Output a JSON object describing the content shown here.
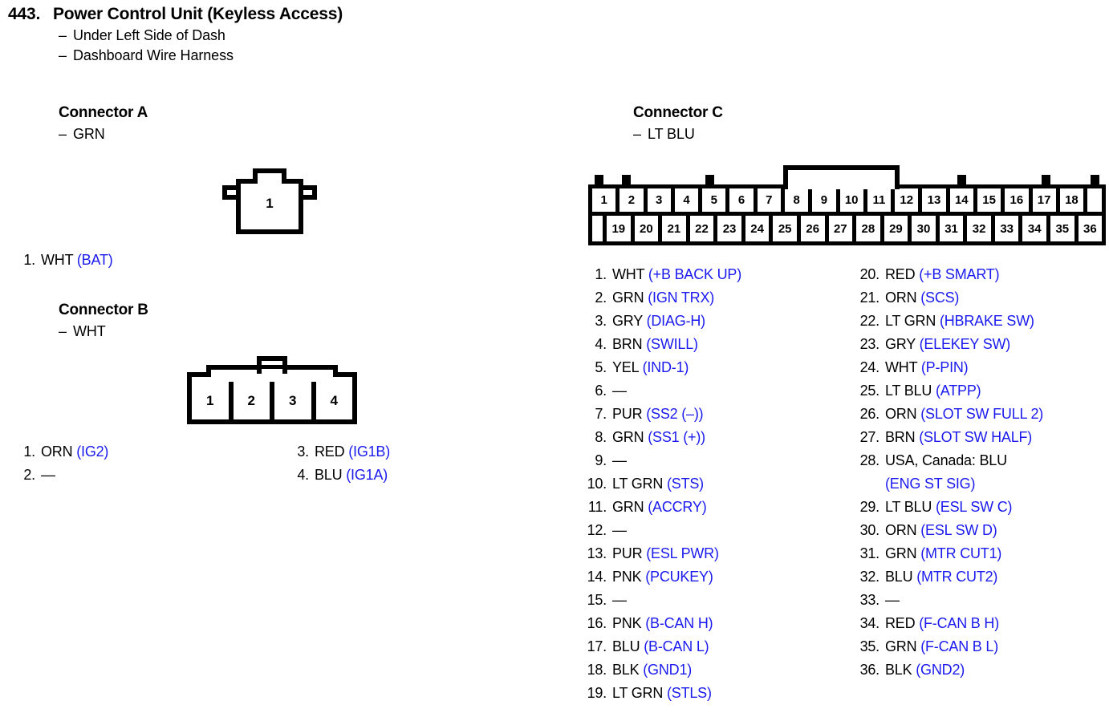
{
  "header": {
    "number": "443.",
    "title": "Power Control Unit (Keyless Access)",
    "dash": "–",
    "notes": [
      "Under Left Side of Dash",
      "Dashboard Wire Harness"
    ]
  },
  "colors": {
    "signal_blue": "#1a1aee",
    "text_black": "#000000",
    "background": "#ffffff"
  },
  "connector_a": {
    "heading": "Connector A",
    "color": "GRN",
    "cells": [
      "1"
    ],
    "pins": [
      {
        "n": "1.",
        "wire": "WHT",
        "sig": "(BAT)"
      }
    ]
  },
  "connector_b": {
    "heading": "Connector B",
    "color": "WHT",
    "cells": [
      "1",
      "2",
      "3",
      "4"
    ],
    "pins_left": [
      {
        "n": "1.",
        "wire": "ORN",
        "sig": "(IG2)"
      },
      {
        "n": "2.",
        "wire": "—",
        "sig": ""
      }
    ],
    "pins_right": [
      {
        "n": "3.",
        "wire": "RED",
        "sig": "(IG1B)"
      },
      {
        "n": "4.",
        "wire": "BLU",
        "sig": "(IG1A)"
      }
    ]
  },
  "connector_c": {
    "heading": "Connector C",
    "color": "LT BLU",
    "row_top": [
      "1",
      "2",
      "3",
      "4",
      "5",
      "6",
      "7",
      "8",
      "9",
      "10",
      "11",
      "12",
      "13",
      "14",
      "15",
      "16",
      "17",
      "18"
    ],
    "row_bottom": [
      "19",
      "20",
      "21",
      "22",
      "23",
      "24",
      "25",
      "26",
      "27",
      "28",
      "29",
      "30",
      "31",
      "32",
      "33",
      "34",
      "35",
      "36"
    ],
    "pins_left": [
      {
        "n": "1.",
        "wire": "WHT",
        "sig": "(+B BACK UP)"
      },
      {
        "n": "2.",
        "wire": "GRN",
        "sig": "(IGN TRX)"
      },
      {
        "n": "3.",
        "wire": "GRY",
        "sig": "(DIAG-H)"
      },
      {
        "n": "4.",
        "wire": "BRN",
        "sig": "(SWILL)"
      },
      {
        "n": "5.",
        "wire": "YEL",
        "sig": "(IND-1)"
      },
      {
        "n": "6.",
        "wire": "—",
        "sig": ""
      },
      {
        "n": "7.",
        "wire": "PUR",
        "sig": "(SS2 (–))"
      },
      {
        "n": "8.",
        "wire": "GRN",
        "sig": "(SS1 (+))"
      },
      {
        "n": "9.",
        "wire": "—",
        "sig": ""
      },
      {
        "n": "10.",
        "wire": "LT GRN",
        "sig": "(STS)"
      },
      {
        "n": "11.",
        "wire": "GRN",
        "sig": "(ACCRY)"
      },
      {
        "n": "12.",
        "wire": "—",
        "sig": ""
      },
      {
        "n": "13.",
        "wire": "PUR",
        "sig": "(ESL PWR)"
      },
      {
        "n": "14.",
        "wire": "PNK",
        "sig": "(PCUKEY)"
      },
      {
        "n": "15.",
        "wire": "—",
        "sig": ""
      },
      {
        "n": "16.",
        "wire": "PNK",
        "sig": "(B-CAN H)"
      },
      {
        "n": "17.",
        "wire": "BLU",
        "sig": "(B-CAN L)"
      },
      {
        "n": "18.",
        "wire": "BLK",
        "sig": "(GND1)"
      },
      {
        "n": "19.",
        "wire": "LT GRN",
        "sig": "(STLS)"
      }
    ],
    "pins_right": [
      {
        "n": "20.",
        "wire": "RED",
        "sig": "(+B SMART)"
      },
      {
        "n": "21.",
        "wire": "ORN",
        "sig": "(SCS)"
      },
      {
        "n": "22.",
        "wire": "LT GRN",
        "sig": "(HBRAKE SW)"
      },
      {
        "n": "23.",
        "wire": "GRY",
        "sig": "(ELEKEY SW)"
      },
      {
        "n": "24.",
        "wire": "WHT",
        "sig": "(P-PIN)"
      },
      {
        "n": "25.",
        "wire": "LT BLU",
        "sig": "(ATPP)"
      },
      {
        "n": "26.",
        "wire": "ORN",
        "sig": "(SLOT SW FULL 2)"
      },
      {
        "n": "27.",
        "wire": "BRN",
        "sig": "(SLOT SW HALF)"
      },
      {
        "n": "28.",
        "wire": "USA, Canada: BLU",
        "sig": "",
        "cont": "(ENG ST SIG)"
      },
      {
        "n": "29.",
        "wire": "LT BLU",
        "sig": "(ESL SW C)"
      },
      {
        "n": "30.",
        "wire": "ORN",
        "sig": "(ESL SW D)"
      },
      {
        "n": "31.",
        "wire": "GRN",
        "sig": "(MTR CUT1)"
      },
      {
        "n": "32.",
        "wire": "BLU",
        "sig": "(MTR CUT2)"
      },
      {
        "n": "33.",
        "wire": "—",
        "sig": ""
      },
      {
        "n": "34.",
        "wire": "RED",
        "sig": "(F-CAN B H)"
      },
      {
        "n": "35.",
        "wire": "GRN",
        "sig": "(F-CAN B L)"
      },
      {
        "n": "36.",
        "wire": "BLK",
        "sig": "(GND2)"
      }
    ]
  }
}
